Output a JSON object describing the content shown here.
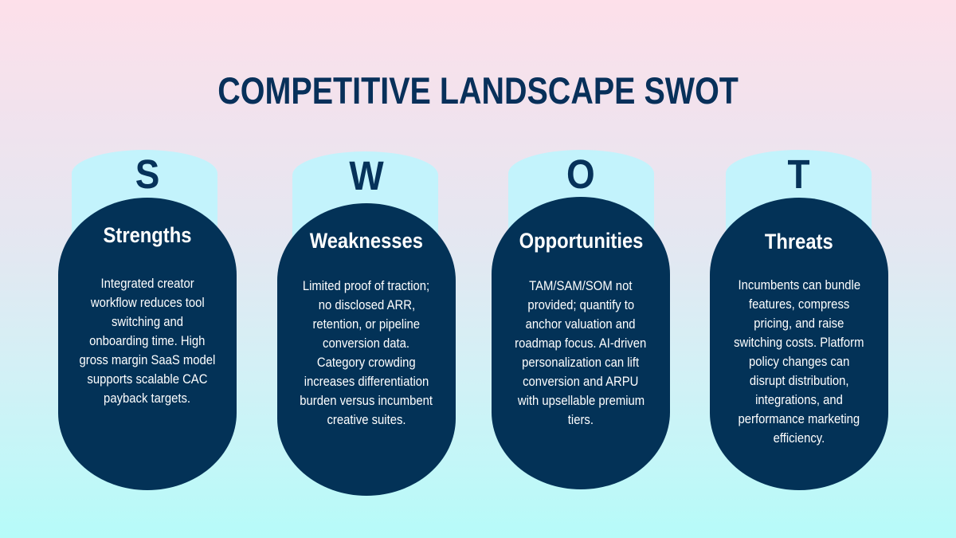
{
  "title": "COMPETITIVE LANDSCAPE SWOT",
  "colors": {
    "background_top": "#fde0ea",
    "background_bottom": "#b6fbf9",
    "title": "#08305a",
    "tab": "#c3f3fc",
    "capsule": "#033257",
    "capsule_text": "#ffffff"
  },
  "cards": [
    {
      "letter": "S",
      "heading": "Strengths",
      "lines": [
        "Integrated creator",
        "workflow reduces tool",
        "switching and",
        "onboarding time. High",
        "gross margin SaaS model",
        "supports scalable CAC",
        "payback targets."
      ]
    },
    {
      "letter": "W",
      "heading": "Weaknesses",
      "lines": [
        "Limited proof of traction;",
        "no disclosed ARR,",
        "retention, or pipeline",
        "conversion data.",
        "Category crowding",
        "increases differentiation",
        "burden versus incumbent",
        "creative suites."
      ]
    },
    {
      "letter": "O",
      "heading": "Opportunities",
      "lines": [
        "TAM/SAM/SOM not",
        "provided; quantify to",
        "anchor valuation and",
        "roadmap focus. AI-driven",
        "personalization can lift",
        "conversion and ARPU",
        "with upsellable premium",
        "tiers."
      ]
    },
    {
      "letter": "T",
      "heading": "Threats",
      "lines": [
        "Incumbents can bundle",
        "features, compress",
        "pricing, and raise",
        "switching costs. Platform",
        "policy changes can",
        "disrupt distribution,",
        "integrations, and",
        "performance marketing",
        "efficiency."
      ]
    }
  ]
}
